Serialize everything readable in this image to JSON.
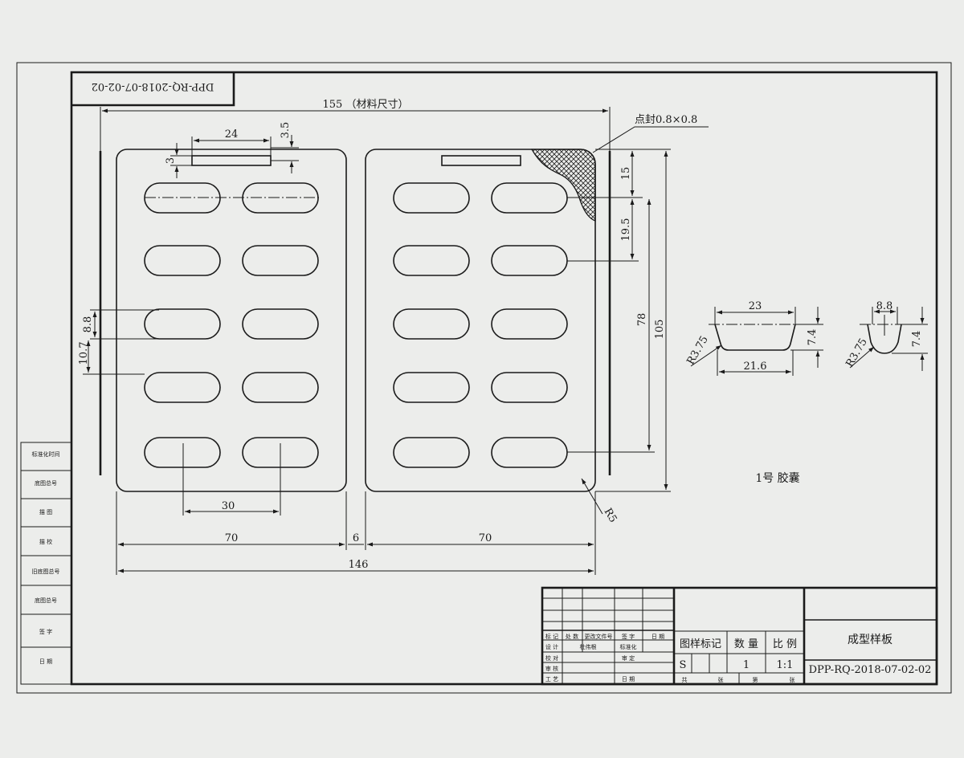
{
  "drawing_id": "DPP-RQ-2018-07-02-02",
  "material_size_label": "155 （材料尺寸）",
  "spot_seal_label": "点封0.8×0.8",
  "dims": {
    "d24": "24",
    "d3_5": "3.5",
    "d3": "3",
    "d8_8": "8.8",
    "d10_7": "10.7",
    "d30": "30",
    "d70_left": "70",
    "d6": "6",
    "d70_right": "70",
    "d146": "146",
    "d15": "15",
    "d19_5": "19.5",
    "d78": "78",
    "d105": "105",
    "r5": "R5"
  },
  "capsule_detail": {
    "top_width": "23",
    "bottom_width": "21.6",
    "height": "7.4",
    "radius": "R3.75",
    "end_width": "8.8",
    "end_height": "7.4",
    "end_radius": "R3.75"
  },
  "capsule_name": "1号 胶囊",
  "left_strip": [
    "标准化时间",
    "底图总号",
    "描 图",
    "描 校",
    "旧底图总号",
    "底图总号",
    "签 字",
    "日 期"
  ],
  "title_block": {
    "revision_headers": [
      "标 记",
      "处 数",
      "更改文件号",
      "签 字",
      "日 期"
    ],
    "signature_rows": [
      [
        "设 计",
        "杜伟根",
        "标准化"
      ],
      [
        "校 对",
        "审 定"
      ],
      [
        "审 核"
      ],
      [
        "工 艺",
        "日 期"
      ]
    ],
    "stage_label": "图样标记",
    "qty_label": "数 量",
    "scale_label": "比 例",
    "stage_value": "S",
    "qty_value": "1",
    "scale_value": "1:1",
    "sheet_labels": [
      "共",
      "张",
      "第",
      "张"
    ],
    "part_name": "成型样板",
    "part_number": "DPP-RQ-2018-07-02-02"
  }
}
